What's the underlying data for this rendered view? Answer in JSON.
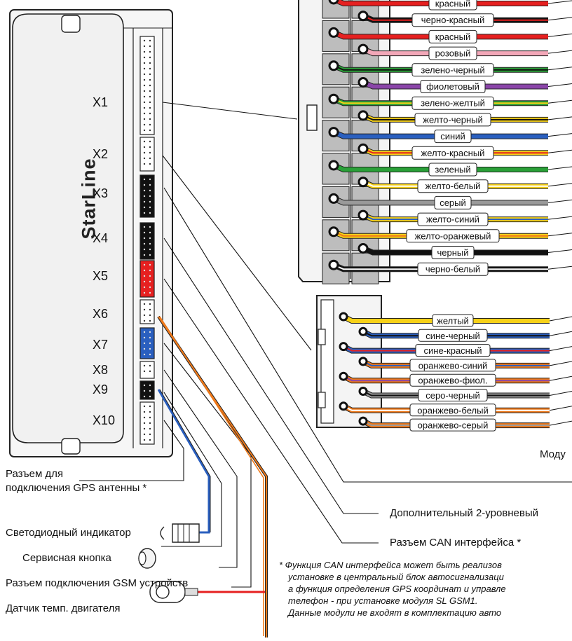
{
  "brand": "StarLine",
  "connectors": [
    "X1",
    "X2",
    "X3",
    "X4",
    "X5",
    "X6",
    "X7",
    "X8",
    "X9",
    "X10"
  ],
  "upper_wires": [
    {
      "label": "красный",
      "colors": [
        "#e62020"
      ]
    },
    {
      "label": "черно-красный",
      "colors": [
        "#111111",
        "#e62020"
      ]
    },
    {
      "label": "красный",
      "colors": [
        "#e62020"
      ]
    },
    {
      "label": "розовый",
      "colors": [
        "#f2a7b8"
      ]
    },
    {
      "label": "зелено-черный",
      "colors": [
        "#2aa038",
        "#111111"
      ]
    },
    {
      "label": "фиолетовый",
      "colors": [
        "#8a45a8"
      ]
    },
    {
      "label": "зелено-желтый",
      "colors": [
        "#2aa038",
        "#f7d117"
      ]
    },
    {
      "label": "желто-черный",
      "colors": [
        "#f7d117",
        "#111111"
      ]
    },
    {
      "label": "синий",
      "colors": [
        "#2a5fbf"
      ]
    },
    {
      "label": "желто-красный",
      "colors": [
        "#f7d117",
        "#e62020"
      ]
    },
    {
      "label": "зеленый",
      "colors": [
        "#2aa038"
      ]
    },
    {
      "label": "желто-белый",
      "colors": [
        "#f7d117",
        "#ffffff"
      ]
    },
    {
      "label": "серый",
      "colors": [
        "#9a9a9a"
      ]
    },
    {
      "label": "желто-синий",
      "colors": [
        "#f7d117",
        "#2a5fbf"
      ]
    },
    {
      "label": "желто-оранжевый",
      "colors": [
        "#f7d117",
        "#f07a1a"
      ]
    },
    {
      "label": "черный",
      "colors": [
        "#111111"
      ]
    },
    {
      "label": "черно-белый",
      "colors": [
        "#111111",
        "#ffffff"
      ]
    }
  ],
  "lower_wires": [
    {
      "label": "желтый",
      "colors": [
        "#f7d117"
      ]
    },
    {
      "label": "сине-черный",
      "colors": [
        "#2a5fbf",
        "#111111"
      ]
    },
    {
      "label": "сине-красный",
      "colors": [
        "#2a5fbf",
        "#e62020"
      ]
    },
    {
      "label": "оранжево-синий",
      "colors": [
        "#f07a1a",
        "#2a5fbf"
      ]
    },
    {
      "label": "оранжево-фиол.",
      "colors": [
        "#f07a1a",
        "#8a45a8"
      ]
    },
    {
      "label": "серо-черный",
      "colors": [
        "#9a9a9a",
        "#111111"
      ]
    },
    {
      "label": "оранжево-белый",
      "colors": [
        "#f07a1a",
        "#ffffff"
      ]
    },
    {
      "label": "оранжево-серый",
      "colors": [
        "#f07a1a",
        "#9a9a9a"
      ]
    }
  ],
  "labels": {
    "module": "Моду",
    "extra_2level": "Дополнительный 2-уровневый",
    "can_connector": "Разъем CAN интерфейса *",
    "gps_line1": "Разъем для",
    "gps_line2": "подключения GPS антенны *",
    "led": "Светодиодный индикатор",
    "service_button": "Сервисная кнопка",
    "gsm_connector": "Разъем подключения GSM устройств",
    "temp_sensor": "Датчик темп. двигателя"
  },
  "footnote": [
    "* Функция CAN интерфейса может быть реализов",
    "установке в центральный блок автосигнализаци",
    "а функция определения GPS координат и управле",
    "телефон - при установке модуля SL GSM1.",
    "Данные модули не входят в комплектацию авто"
  ]
}
